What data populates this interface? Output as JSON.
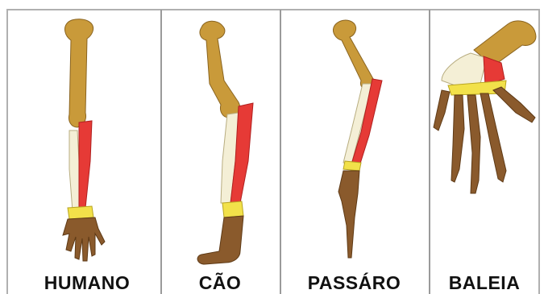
{
  "labels": {
    "human": "HUMANO",
    "dog": "CÃO",
    "bird": "PASSÁRO",
    "whale": "BALEIA"
  },
  "colors": {
    "humerus": "#c99a3a",
    "radius": "#e63a36",
    "ulna": "#f4efd6",
    "carpals": "#f2e14a",
    "hand": "#8a5a2c",
    "outline": "#6b4a1c"
  }
}
